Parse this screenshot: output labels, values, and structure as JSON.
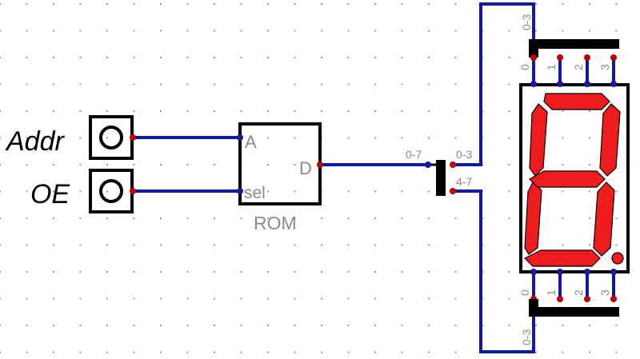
{
  "inputs": {
    "addr_label": "Addr",
    "oe_label": "OE"
  },
  "rom": {
    "title": "ROM",
    "port_a": "A",
    "port_sel": "sel",
    "port_d": "D"
  },
  "splitter": {
    "in_range": "0-7",
    "out_low": "0-3",
    "out_high": "4-7"
  },
  "display": {
    "top_bus_label": "0-3",
    "bottom_bus_label": "0-3",
    "top_pins": [
      "0",
      "1",
      "2",
      "3"
    ],
    "bottom_pins": [
      "0",
      "1",
      "2",
      "3"
    ],
    "segment_color": "#ee1c1c"
  },
  "colors": {
    "wire": "#0d1aa8",
    "pin": "#c00000",
    "label_grey": "#8a8a8a"
  }
}
